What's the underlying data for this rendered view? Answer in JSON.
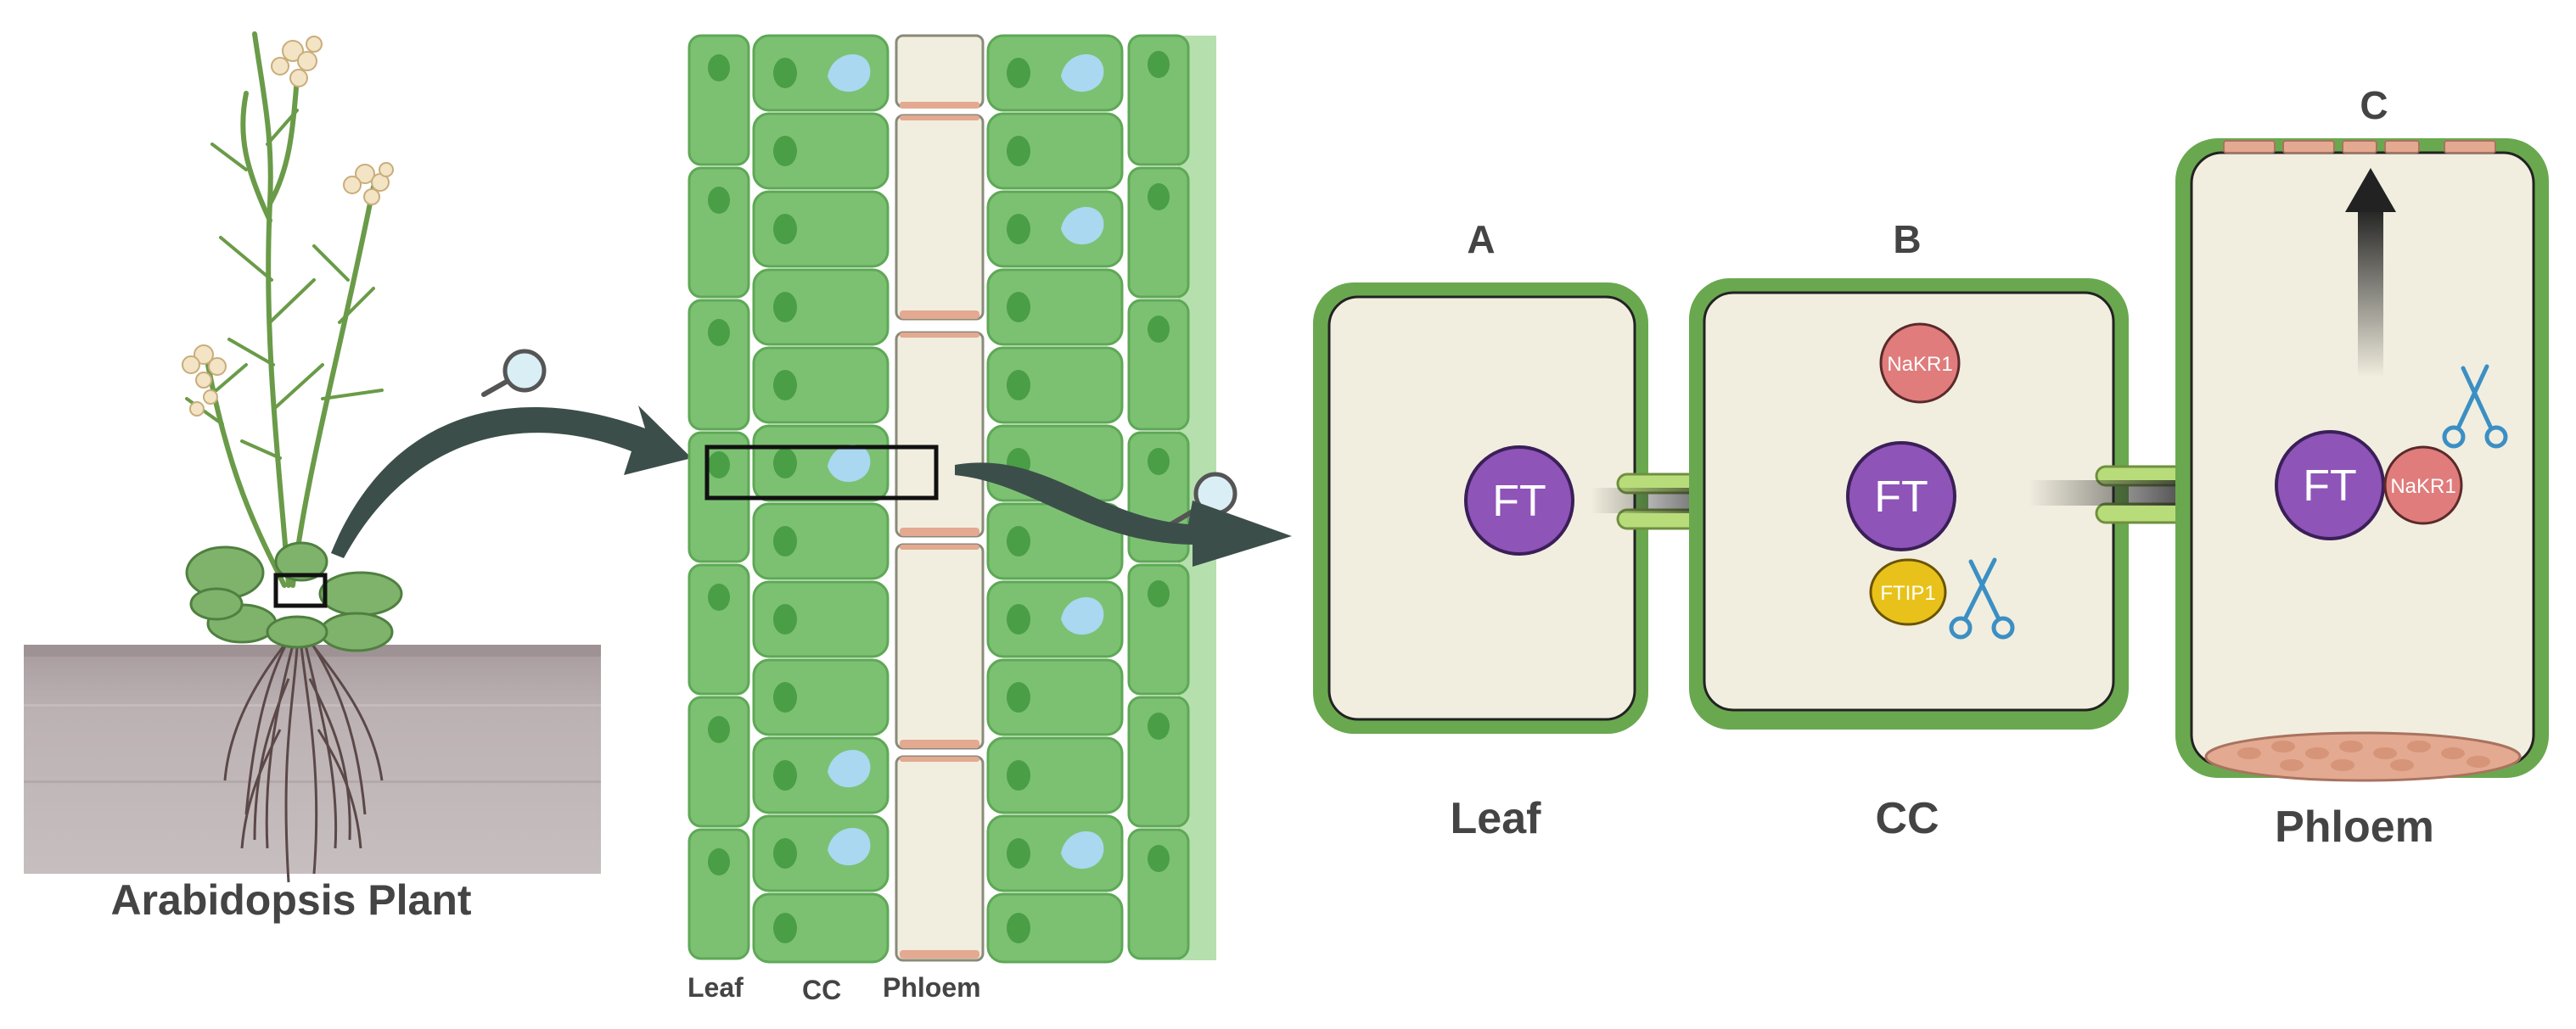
{
  "plant": {
    "caption": "Arabidopsis Plant"
  },
  "tissue": {
    "label_leaf": "Leaf",
    "label_cc": "CC",
    "label_phloem": "Phloem"
  },
  "cells": {
    "a": {
      "letter": "A",
      "caption": "Leaf"
    },
    "b": {
      "letter": "B",
      "caption": "CC"
    },
    "c": {
      "letter": "C",
      "caption": "Phloem"
    }
  },
  "proteins": {
    "ft": "FT",
    "nakr1": "NaKR1",
    "ftip1": "FTIP1"
  },
  "icons": [
    "magnifier-icon",
    "scissors-icon",
    "arrow-icon"
  ],
  "colors": {
    "cell_wall": "#6aa84f",
    "tissue_cell": "#7cc172",
    "nucleus": "#4a9e45",
    "vacuole": "#a9d8f0",
    "cytoplasm": "#f1eedf",
    "ft": "#8e54b8",
    "nakr1": "#e07c7c",
    "ftip1": "#e8c21a",
    "channel": "#b8dc7a",
    "soil": "#b2a7a9",
    "sieve_plate": "#e3a991",
    "scissors": "#3b8fc4",
    "arrow_dark": "#3c4e4a"
  }
}
